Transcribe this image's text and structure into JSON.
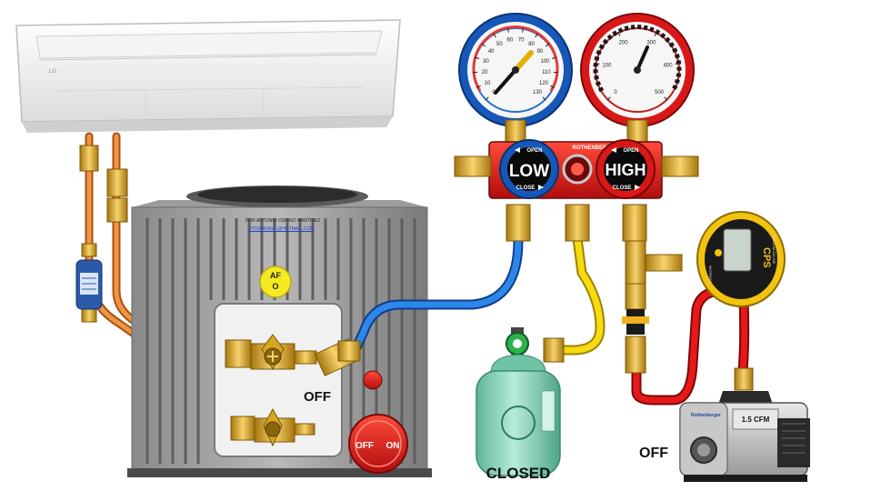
{
  "indoor_unit": {
    "brand": "LG"
  },
  "outdoor_unit": {
    "top_caption": "POR ANTONIO OSPINO MARTINEZ",
    "email": "POSMAINGIL@HOTMAIL.COM",
    "fan_badge_line1": "AF",
    "fan_badge_line2": "O",
    "valve_state": "OFF"
  },
  "power_switch": {
    "off_label": "OFF",
    "on_label": "ON"
  },
  "manifold": {
    "brand": "ROTHENBERGER",
    "low": {
      "label": "LOW",
      "open": "OPEN",
      "close": "CLOSE"
    },
    "high": {
      "label": "HIGH",
      "open": "OPEN",
      "close": "CLOSE"
    }
  },
  "low_gauge": {
    "ticks": [
      "0",
      "10",
      "20",
      "30",
      "40",
      "50",
      "60",
      "70",
      "80",
      "90",
      "100",
      "110",
      "120",
      "130"
    ]
  },
  "high_gauge": {
    "ticks": [
      "0",
      "100",
      "200",
      "300",
      "400",
      "500"
    ]
  },
  "vacuum_gauge": {
    "brand": "CPS",
    "side_text": "VACUUM GAUGE",
    "mode": "MICRONS"
  },
  "refrigerant_tank": {
    "state": "CLOSED"
  },
  "vacuum_pump": {
    "brand": "Rothenberger",
    "model": "1.5 CFM",
    "state": "OFF"
  },
  "colors": {
    "low_side": "#1e6fd9",
    "high_side": "#e11414",
    "center_hose": "#f2d200",
    "copper": "#d9781e",
    "tank": "#7fd1b2",
    "brass": "#d9a520"
  }
}
